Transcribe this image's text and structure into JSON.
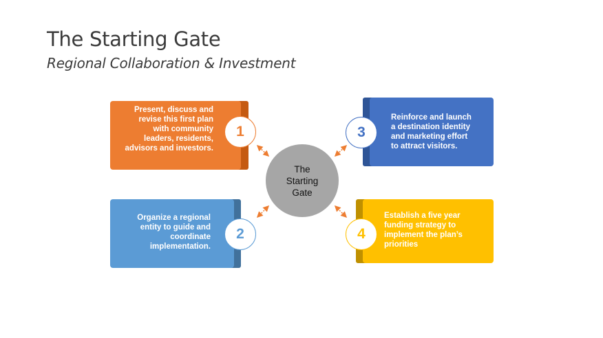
{
  "slide": {
    "title": "The Starting Gate",
    "subtitle": "Regional Collaboration & Investment"
  },
  "hub": {
    "label": "The Starting Gate",
    "color": "#a6a6a6"
  },
  "steps": [
    {
      "number": "1",
      "text": "Present, discuss and revise this first plan with community leaders, residents, advisors and investors.",
      "color": "#ed7d31",
      "accent": "#c55a11"
    },
    {
      "number": "2",
      "text": "Organize a regional entity to guide and coordinate implementation.",
      "color": "#5b9bd5",
      "accent": "#41719c"
    },
    {
      "number": "3",
      "text": "Reinforce and launch a destination identity and marketing effort to attract visitors.",
      "color": "#4472c4",
      "accent": "#2f5597"
    },
    {
      "number": "4",
      "text": "Establish a five year funding strategy to implement the plan’s priorities",
      "color": "#ffc000",
      "accent": "#bf9000"
    }
  ],
  "connector_color": "#ed7d31"
}
